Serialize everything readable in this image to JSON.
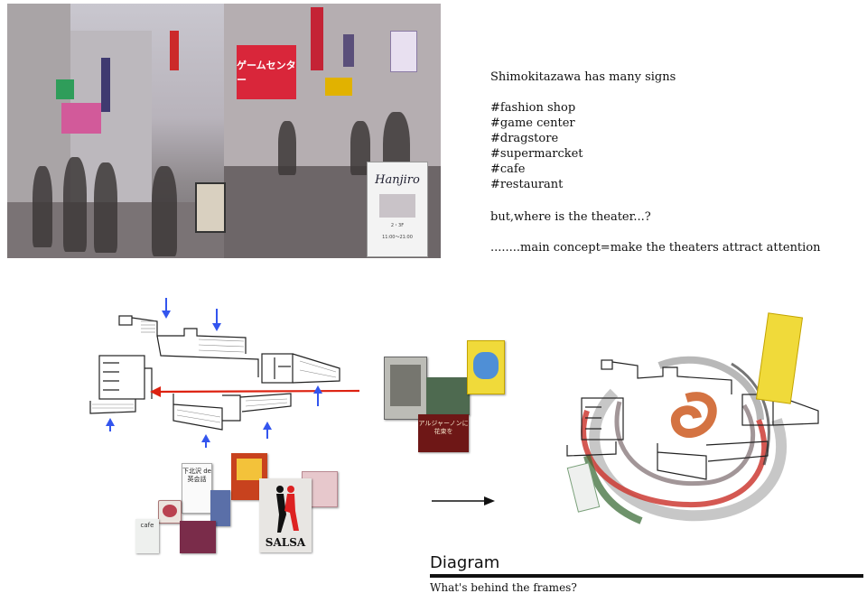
{
  "street_photo": {
    "signs": {
      "game_center": "ゲームセンター",
      "hanjiro_logo": "Hanjiro",
      "hanjiro_hours": "11:00〜21:00",
      "hanjiro_dates": "2・3F"
    }
  },
  "intro": {
    "heading": "Shimokitazawa has many signs",
    "tags": [
      "#fashion shop",
      "#game center",
      "#dragstore",
      "#supermarcket",
      "#cafe",
      "#restaurant"
    ],
    "question": "but,where is the theater...?",
    "concept": "........main concept=make the theaters attract attention"
  },
  "posters": {
    "english_club": "下北沢 de 英会話",
    "salsa": "SALSA",
    "cafe": "cafe",
    "flower_play": "アルジャーノンに花束を"
  },
  "diagram": {
    "title": "Diagram",
    "subtitle": "What's behind the frames?"
  },
  "colors": {
    "arrow_blue": "#3355ee",
    "arrow_red": "#dd2211",
    "rule": "#111111"
  }
}
